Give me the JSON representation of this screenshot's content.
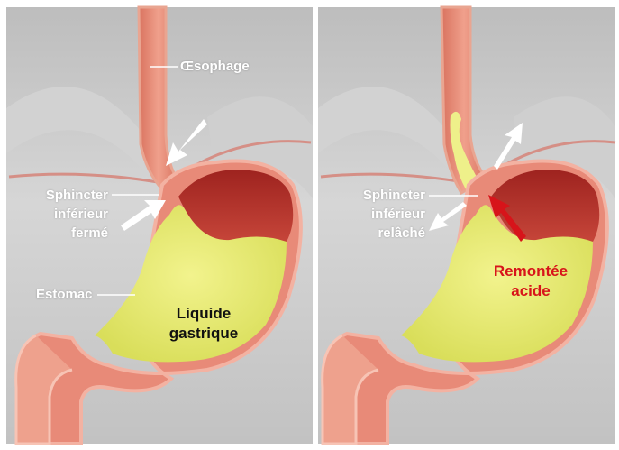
{
  "left_panel": {
    "esophagus_label": "Œsophage",
    "sphincter_label": [
      "Sphincter",
      "inférieur",
      "fermé"
    ],
    "stomach_label": "Estomac",
    "fluid_label": [
      "Liquide",
      "gastrique"
    ]
  },
  "right_panel": {
    "sphincter_label": [
      "Sphincter",
      "inférieur",
      "relâché"
    ],
    "reflux_label": [
      "Remontée",
      "acide"
    ]
  },
  "colors": {
    "background": "#c9c9c9",
    "stomach_wall": "#e88a78",
    "gastric_fluid": "#e8ea7a",
    "stomach_interior": "#b8302a",
    "reflux_arrow": "#d7141a"
  }
}
